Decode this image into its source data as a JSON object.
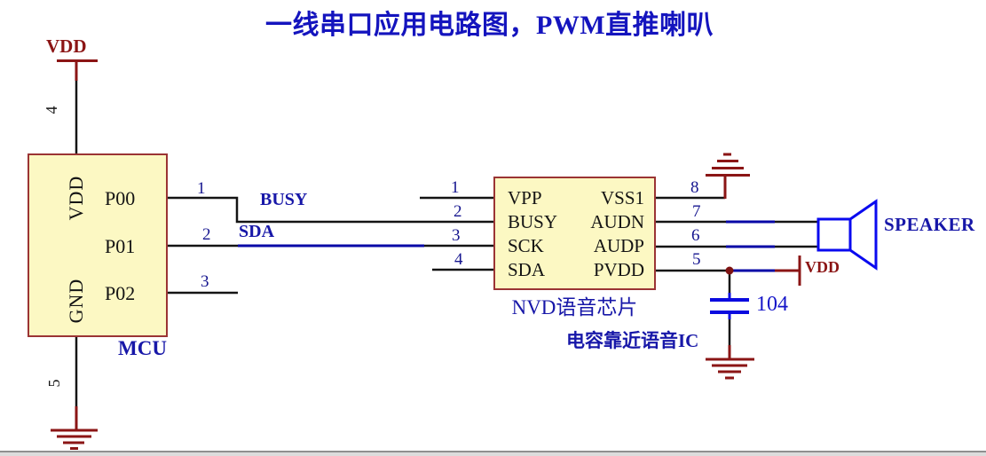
{
  "title": "一线串口应用电路图，PWM直推喇叭",
  "mcu": {
    "name": "MCU",
    "side_labels": [
      "VDD",
      "GND"
    ],
    "port_labels": [
      "P00",
      "P01",
      "P02"
    ],
    "pin_numbers": {
      "vdd": "4",
      "p00": "1",
      "p01": "2",
      "p02": "3",
      "gnd": "5"
    }
  },
  "voice_chip": {
    "name": "NVD语音芯片",
    "left_pins": [
      {
        "num": "1",
        "label": "VPP"
      },
      {
        "num": "2",
        "label": "BUSY"
      },
      {
        "num": "3",
        "label": "SCK"
      },
      {
        "num": "4",
        "label": "SDA"
      }
    ],
    "right_pins": [
      {
        "num": "8",
        "label": "VSS1"
      },
      {
        "num": "7",
        "label": "AUDN"
      },
      {
        "num": "6",
        "label": "AUDP"
      },
      {
        "num": "5",
        "label": "PVDD"
      }
    ]
  },
  "net_labels": {
    "busy": "BUSY",
    "sda": "SDA"
  },
  "power_labels": {
    "vdd_top": "VDD",
    "vdd_right": "VDD"
  },
  "capacitor": {
    "value": "104",
    "note": "电容靠近语音IC"
  },
  "speaker_label": "SPEAKER",
  "colors": {
    "navy_text": "#1717A8",
    "title_blue": "#1414BE",
    "net_blue": "#0707A6",
    "symbol_blue": "#0A0AE6",
    "maroon": "#8B1515",
    "box_fill": "#FCF8C3",
    "box_border": "#9B3434",
    "wire_black": "#141414"
  }
}
